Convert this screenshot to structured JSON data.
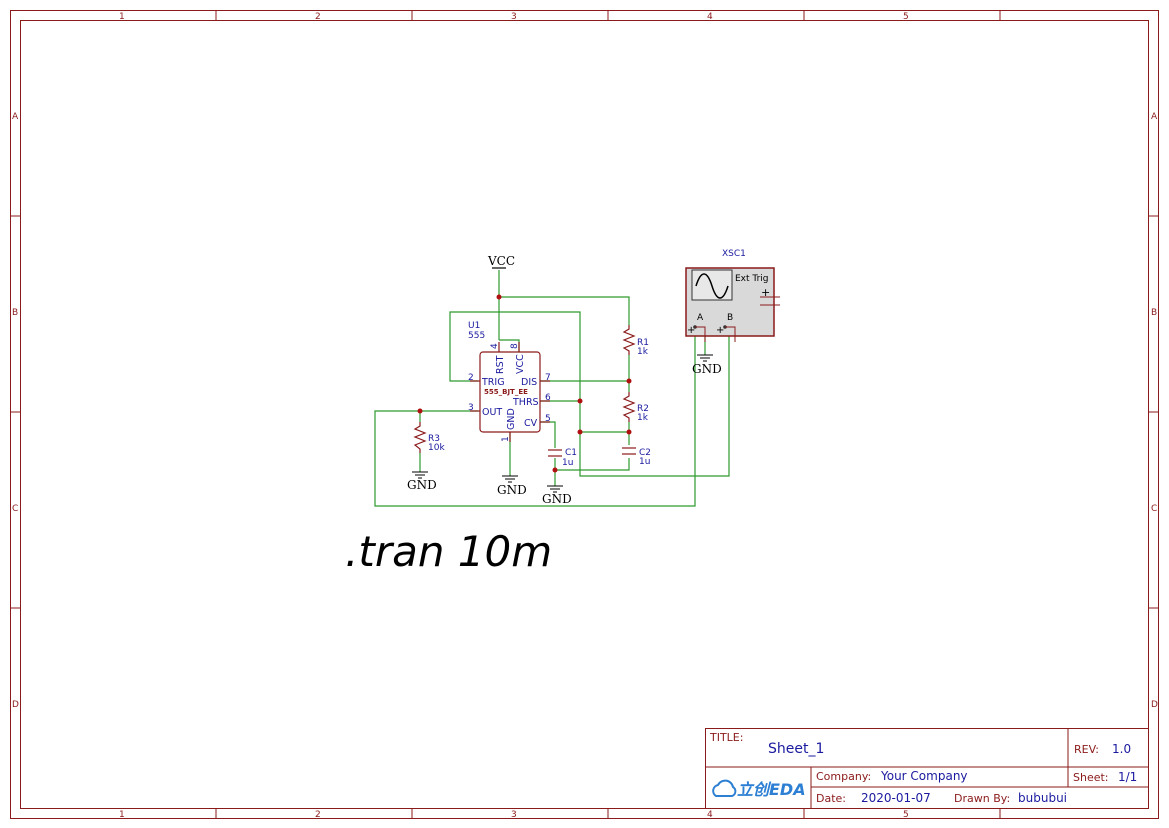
{
  "border": {
    "col_labels": [
      "1",
      "2",
      "3",
      "4",
      "5"
    ],
    "row_labels": [
      "A",
      "B",
      "C",
      "D"
    ],
    "color": "#8b1a1a"
  },
  "spice_directive": ".tran 10m",
  "components": {
    "u1": {
      "ref": "U1",
      "value": "555",
      "model": "555_BJT_EE",
      "pins": {
        "rst": "RST",
        "vcc": "VCC",
        "trig": "TRIG",
        "dis": "DIS",
        "thrs": "THRS",
        "out": "OUT",
        "gnd": "GND",
        "cv": "CV"
      },
      "pin_numbers": {
        "p1": "1",
        "p2": "2",
        "p3": "3",
        "p4": "4",
        "p5": "5",
        "p6": "6",
        "p7": "7",
        "p8": "8"
      }
    },
    "r1": {
      "ref": "R1",
      "value": "1k"
    },
    "r2": {
      "ref": "R2",
      "value": "1k"
    },
    "r3": {
      "ref": "R3",
      "value": "10k"
    },
    "c1": {
      "ref": "C1",
      "value": "1u"
    },
    "c2": {
      "ref": "C2",
      "value": "1u"
    },
    "xsc1": {
      "ref": "XSC1",
      "ext_trig": "Ext Trig",
      "ch_a": "A",
      "ch_b": "B",
      "plus": "+"
    }
  },
  "nets": {
    "vcc": "VCC",
    "gnd": "GND"
  },
  "title_block": {
    "title_label": "TITLE:",
    "title": "Sheet_1",
    "rev_label": "REV:",
    "rev": "1.0",
    "company_label": "Company:",
    "company": "Your Company",
    "sheet_label": "Sheet:",
    "sheet": "1/1",
    "date_label": "Date:",
    "date": "2020-01-07",
    "drawn_by_label": "Drawn By:",
    "drawn_by": "bububui",
    "logo_text": "立创EDA"
  },
  "colors": {
    "wire": "#2e9a2e",
    "component": "#8b1a1a",
    "label": "#1a1aa0",
    "junction": "#b01010",
    "logo": "#2d7fd3"
  }
}
